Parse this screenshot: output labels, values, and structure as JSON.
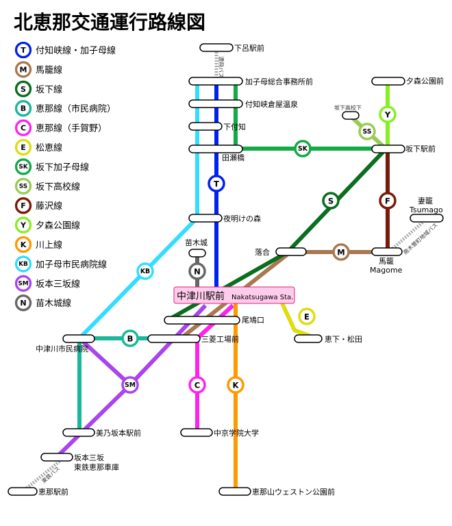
{
  "title": "北恵那交通運行路線図",
  "colors": {
    "T": "#0022ee",
    "M": "#a87850",
    "S": "#0a6e1e",
    "B": "#1ab89a",
    "C": "#ff22ee",
    "E": "#dddd11",
    "SK": "#11aa44",
    "SS": "#99cc55",
    "F": "#7a1a08",
    "Y": "#88ee22",
    "K": "#ff9900",
    "KB": "#33ddff",
    "SM": "#aa44ee",
    "N": "#666666",
    "bus": "#aaaaaa"
  },
  "legend": [
    {
      "code": "T",
      "label": "付知峡線・加子母線"
    },
    {
      "code": "M",
      "label": "馬籠線"
    },
    {
      "code": "S",
      "label": "坂下線"
    },
    {
      "code": "B",
      "label": "恵那線（市民病院）"
    },
    {
      "code": "C",
      "label": "恵那線（手賀野）"
    },
    {
      "code": "E",
      "label": "松恵線"
    },
    {
      "code": "SK",
      "label": "坂下加子母線"
    },
    {
      "code": "SS",
      "label": "坂下高校線"
    },
    {
      "code": "F",
      "label": "藤沢線"
    },
    {
      "code": "Y",
      "label": "夕森公園線"
    },
    {
      "code": "K",
      "label": "川上線"
    },
    {
      "code": "KB",
      "label": "加子母市民病院線"
    },
    {
      "code": "SM",
      "label": "坂本三坂線"
    },
    {
      "code": "N",
      "label": "苗木城線"
    }
  ],
  "stations": {
    "gero": "下呂駅前",
    "kashimo_office": "加子母総合事務所前",
    "tsukechi_onsen": "付知峡倉屋温泉",
    "shimotsukechi": "下付知",
    "tasebashi": "田瀬橋",
    "yoake": "夜明けの森",
    "naegi": "苗木城",
    "yumori": "夕森公園前",
    "sakashita_hs": "坂下高校下",
    "sakashita_st": "坂下駅前",
    "tsumago_ja": "妻籠",
    "tsumago_en": "Tsumago",
    "ochiai": "落合",
    "magome_ja": "馬籠",
    "magome_en": "Magome",
    "nakatsugawa_ja": "中津川駅前",
    "nakatsugawa_en": "Nakatsugawa Sta.",
    "obokuchi": "尾鳩口",
    "hospital": "中津川市民病院",
    "mitsubishi": "三菱工場前",
    "keige": "恵下・松田",
    "mino_sakamoto": "美乃坂本駅前",
    "chukyo": "中京学院大学",
    "sakamoto_misaka_1": "坂本三坂",
    "sakamoto_misaka_2": "東鉄恵那車庫",
    "ena_st": "恵那駅前",
    "ena_park": "恵那山ウェストン公園前"
  },
  "bus_labels": {
    "noh": "濃飛バス",
    "ntk": "南木曽町地域バス",
    "tottetsu": "東鉄バス"
  }
}
